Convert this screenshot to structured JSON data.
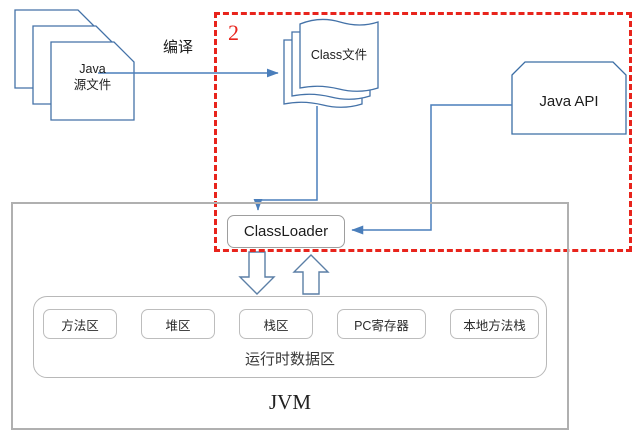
{
  "diagram": {
    "title_region_number": "2",
    "source_files": {
      "line1": "Java",
      "line2": "源文件",
      "icon": "document-stack-icon"
    },
    "compile_edge_label": "编译",
    "class_files": {
      "label": "Class文件",
      "icon": "document-stack-icon"
    },
    "java_api": {
      "label": "Java API",
      "icon": "beveled-box-icon"
    },
    "class_loader": {
      "label": "ClassLoader"
    },
    "runtime_area": {
      "label": "运行时数据区",
      "cells": [
        {
          "label": "方法区"
        },
        {
          "label": "堆区"
        },
        {
          "label": "栈区"
        },
        {
          "label": "PC寄存器"
        },
        {
          "label": "本地方法栈"
        }
      ]
    },
    "jvm": {
      "label": "JVM"
    },
    "arrows": {
      "load_down": "down-block-arrow",
      "exec_up": "up-block-arrow"
    },
    "colors": {
      "region_border": "#e8241c",
      "region_label": "#e8241c",
      "connector": "#4a7ebb",
      "shape_outline": "#4472a8",
      "box_gray": "#b0b0b0",
      "block_arrow_outline": "#5b7fa6",
      "text": "#1c1c1c"
    }
  }
}
